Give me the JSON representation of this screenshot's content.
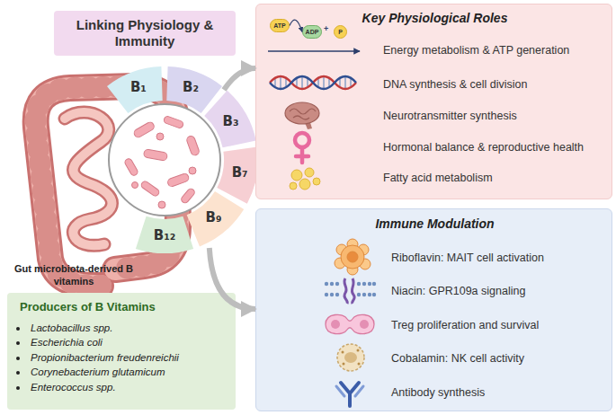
{
  "diagram": {
    "nodes": [
      {
        "text": [
          "Linking Physiology & Immunity"
        ]
      },
      {
        "text": [
          "B₁"
        ]
      },
      {
        "text": [
          "B₂"
        ]
      },
      {
        "text": [
          "B₃"
        ]
      },
      {
        "text": [
          "B₇"
        ]
      },
      {
        "text": [
          "B₉"
        ]
      },
      {
        "text": [
          "B₁₂"
        ]
      },
      {
        "text": [
          "Producers of B Vitamins",
          "Lactobacillus spp.",
          "Escherichia coli",
          "Propionibacterium freudenreichii",
          "Corynebacterium glutamicum",
          "Enterococcus spp."
        ]
      },
      {
        "text": [
          "Key Physiological Roles",
          "Energy metabolism & ATP generation",
          "DNA synthesis & cell division",
          "Neurotransmitter synthesis",
          "Hormonal balance & reproductive health",
          "Fatty acid metabolism"
        ]
      },
      {
        "text": [
          "ATP"
        ],
        "in": 8
      },
      {
        "text": [
          "ADP"
        ],
        "in": 8
      },
      {
        "text": [
          "P"
        ],
        "in": 8
      },
      {
        "text": [
          "Immune Modulation",
          "Riboflavin: MAIT cell activation",
          "Niacin: GPR109a signaling",
          "Treg proliferation and survival",
          "Cobalamin: NK cell activity",
          "Antibody synthesis"
        ]
      }
    ],
    "edges": [
      {
        "from": 2,
        "to": 8,
        "arrow": "to"
      },
      {
        "from": 5,
        "to": 12,
        "arrow": "to"
      },
      {
        "from": 9,
        "to": 10,
        "arrow": "to"
      }
    ],
    "labels": [
      "Gut microbiota-derived B vitamins",
      "+"
    ]
  }
}
